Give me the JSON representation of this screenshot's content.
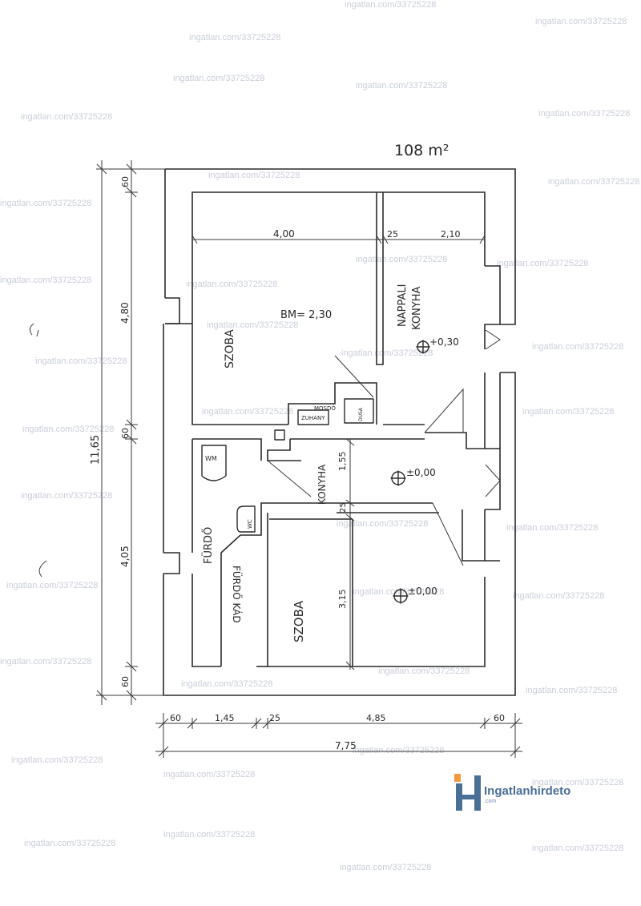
{
  "area": "108 m²",
  "watermark": "ingatlan.com/33725228",
  "logo": {
    "name": "Ingatlanhirdeto",
    "sub": ".com",
    "accent": "#f39a3c",
    "brand": "#4a6f97"
  },
  "rooms": {
    "szoba_top": "SZOBA",
    "nappali_line1": "NAPPALI",
    "nappali_line2": "KONYHA",
    "konyha": "KONYHA",
    "furdo_left": "FÜRDŐ",
    "furdo_kad": "FÜRDŐ KÁD",
    "szoba_bottom": "SZOBA",
    "wc": "WC",
    "wm_small": "WM",
    "zuhany": "ZUHANY",
    "dusa": "DUSA",
    "mosdo": "MOSDÓ"
  },
  "height_note": "BM= 2,30",
  "levels": {
    "nappali": "+0,30",
    "konyha": "±0,00",
    "szoba": "±0,00"
  },
  "dims": {
    "left": [
      "60",
      "4,80",
      "60",
      "4,05",
      "60"
    ],
    "left_total": "11,65",
    "top_inner": [
      "4,00",
      "25",
      "2,10"
    ],
    "mid_v": [
      "1,55",
      "25",
      "3,15"
    ],
    "bottom": [
      "60",
      "1,45",
      "25",
      "4,85",
      "60"
    ],
    "bottom_total": "7,75"
  }
}
